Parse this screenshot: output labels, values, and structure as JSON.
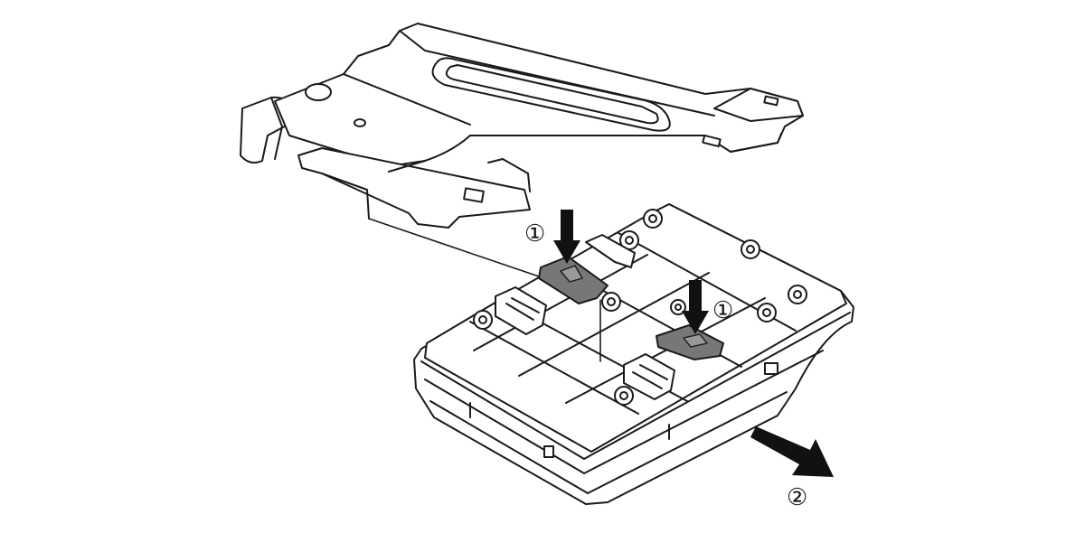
{
  "callouts": {
    "step1_left": "①",
    "step1_right": "①",
    "step2": "②"
  },
  "colors": {
    "line": "#1a1a1a",
    "latch": "#777777",
    "arrow": "#111111"
  },
  "icons": {
    "press_arrow": "down-arrow-icon",
    "pull_arrow": "diagonal-arrow-icon"
  }
}
